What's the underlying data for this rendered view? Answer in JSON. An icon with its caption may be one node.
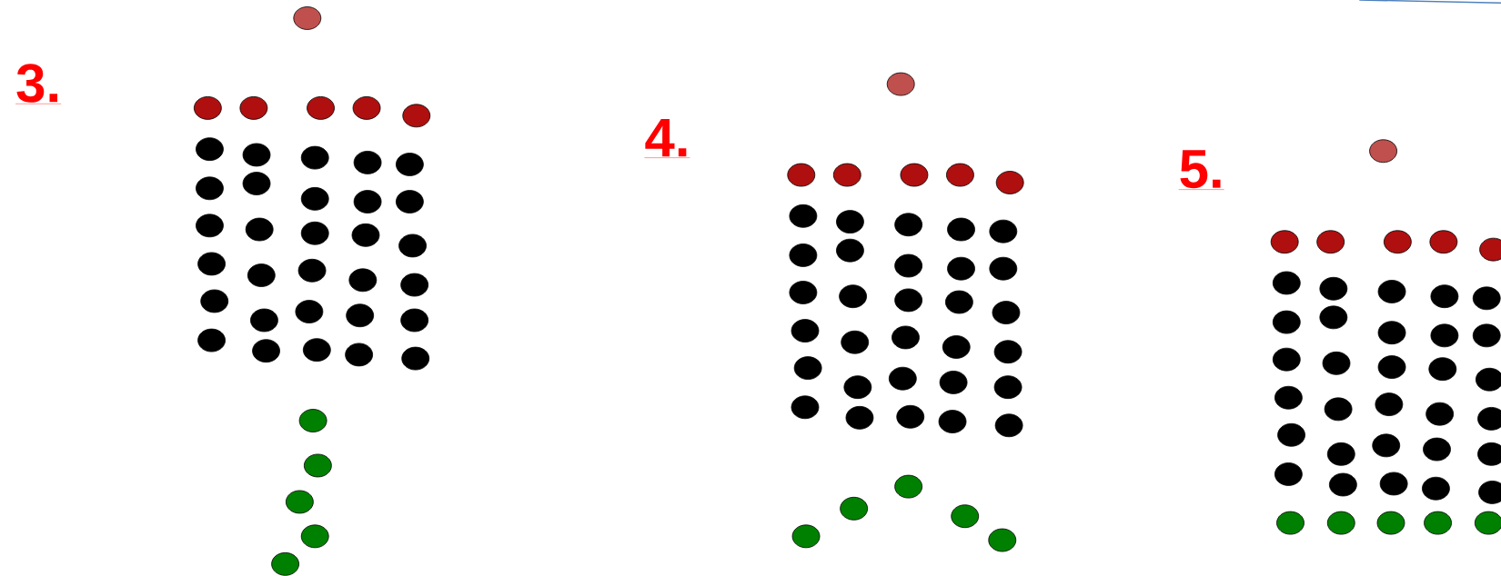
{
  "diagram": {
    "labels": [
      "3.",
      "4.",
      "5."
    ]
  }
}
